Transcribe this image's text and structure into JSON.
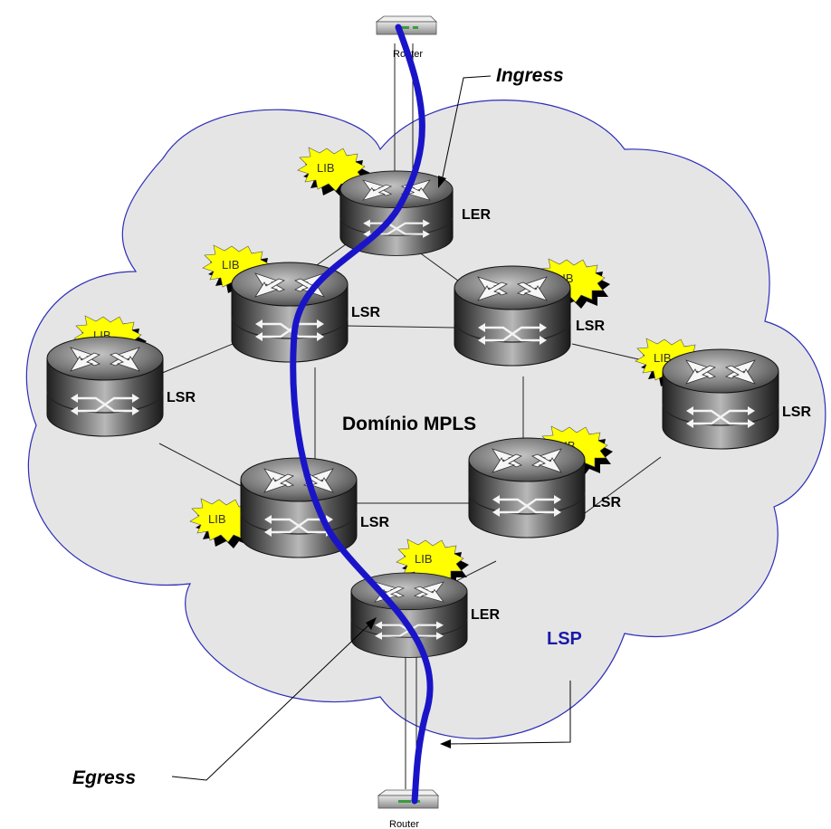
{
  "diagram": {
    "domain_label": "Domínio MPLS",
    "ingress_label": "Ingress",
    "egress_label": "Egress",
    "lsp_label": "LSP",
    "colors": {
      "cloud_fill": "#e5e5e5",
      "cloud_stroke": "#2d2db8",
      "lsp_path": "#1a14c8",
      "lib_badge": "#ffff00",
      "router_body": "#6e6e6e"
    },
    "top_router": {
      "label": "Router",
      "icon": "router-box-icon"
    },
    "bottom_router": {
      "label": "Router",
      "icon": "router-box-icon"
    },
    "nodes": [
      {
        "id": "ler-ingress",
        "label": "LER",
        "lib": "LIB",
        "icon": "mpls-router-icon"
      },
      {
        "id": "lsr-upper-left",
        "label": "LSR",
        "lib": "LIB",
        "icon": "mpls-router-icon"
      },
      {
        "id": "lsr-upper-right",
        "label": "LSR",
        "lib": "LIB",
        "icon": "mpls-router-icon"
      },
      {
        "id": "lsr-left",
        "label": "LSR",
        "lib": "LIB",
        "icon": "mpls-router-icon"
      },
      {
        "id": "lsr-right",
        "label": "LSR",
        "lib": "LIB",
        "icon": "mpls-router-icon"
      },
      {
        "id": "lsr-lower-left",
        "label": "LSR",
        "lib": "LIB",
        "icon": "mpls-router-icon"
      },
      {
        "id": "lsr-lower-right",
        "label": "LSR",
        "lib": "LIB",
        "icon": "mpls-router-icon"
      },
      {
        "id": "ler-egress",
        "label": "LER",
        "lib": "LIB",
        "icon": "mpls-router-icon"
      }
    ]
  }
}
